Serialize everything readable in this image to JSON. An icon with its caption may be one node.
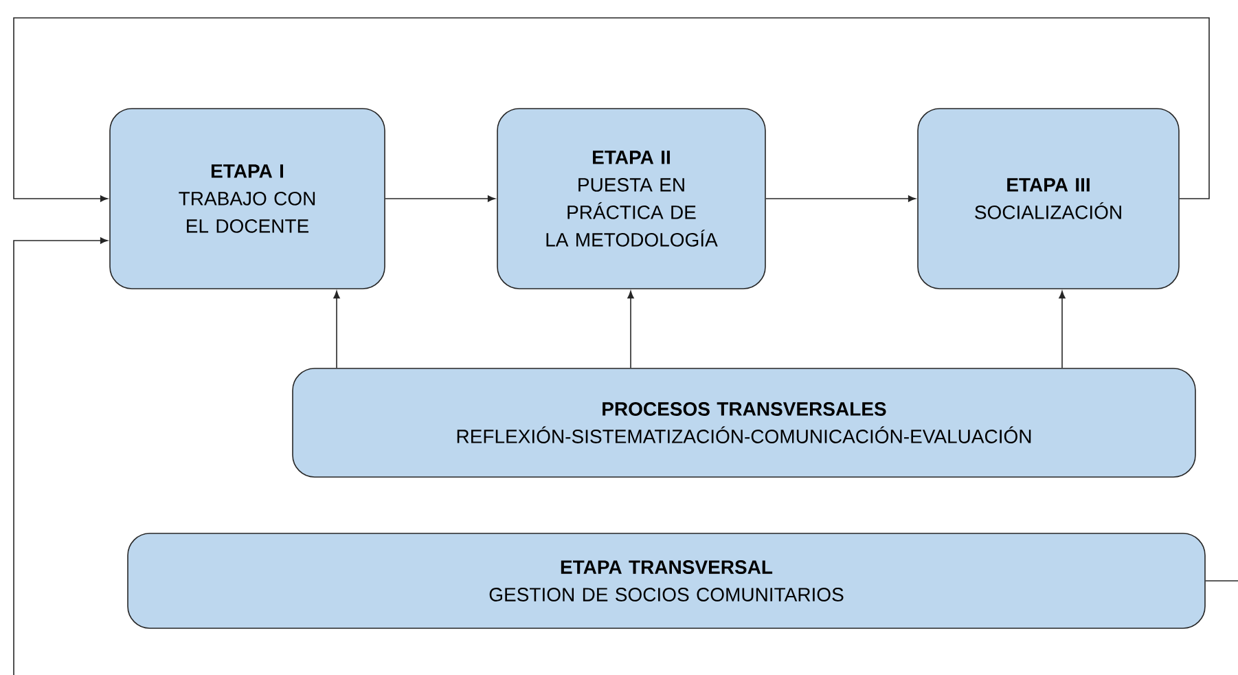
{
  "diagram": {
    "nodes": [
      {
        "text": [
          "ETAPA I",
          "TRABAJO CON EL DOCENTE"
        ]
      },
      {
        "text": [
          "ETAPA II",
          "PUESTA EN PRÁCTICA DE LA METODOLOGÍA"
        ]
      },
      {
        "text": [
          "ETAPA III",
          "SOCIALIZACIÓN"
        ]
      },
      {
        "text": [
          "PROCESOS TRANSVERSALES",
          "REFLEXIÓN-SISTEMATIZACIÓN-COMUNICACIÓN-EVALUACIÓN"
        ]
      },
      {
        "text": [
          "ETAPA TRANSVERSAL",
          "GESTION DE SOCIOS COMUNITARIOS"
        ]
      }
    ],
    "edges": [
      {
        "from": 0,
        "to": 1,
        "arrow": "to"
      },
      {
        "from": 1,
        "to": 2,
        "arrow": "to"
      },
      {
        "from": 2,
        "to": 0,
        "arrow": "to"
      },
      {
        "from": 3,
        "to": 0,
        "arrow": "to"
      },
      {
        "from": 3,
        "to": 1,
        "arrow": "to"
      },
      {
        "from": 3,
        "to": 2,
        "arrow": "to"
      },
      {
        "from": 4,
        "to": 0,
        "arrow": "to"
      }
    ]
  }
}
